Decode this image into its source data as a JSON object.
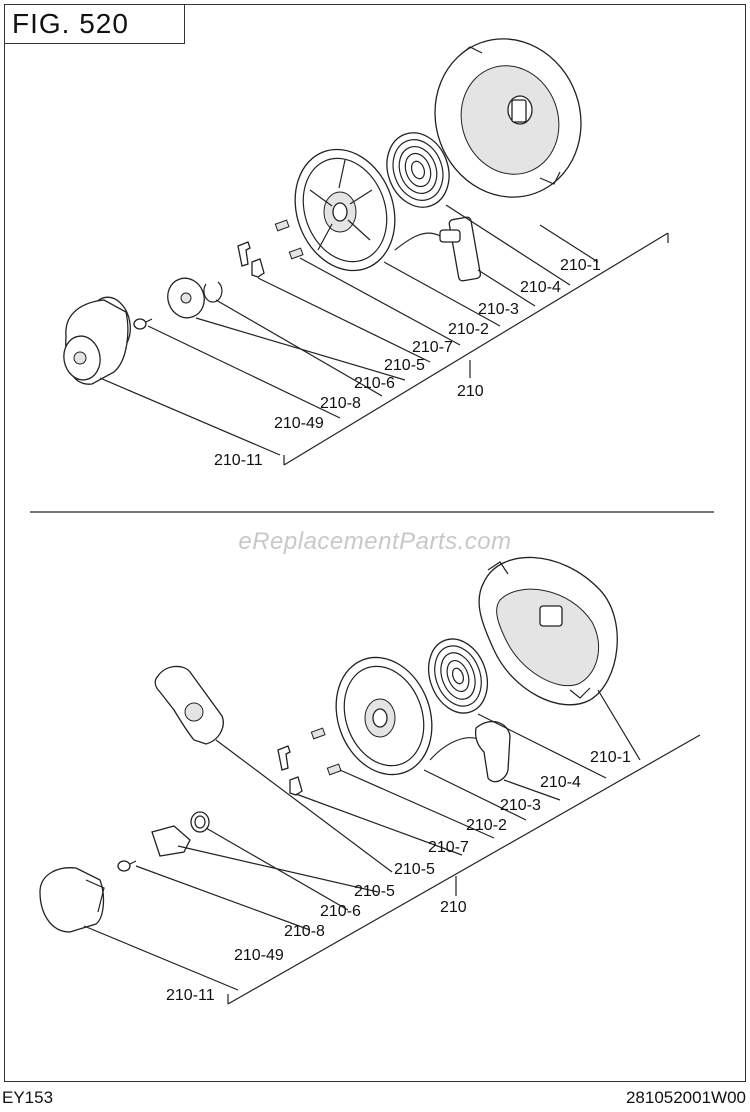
{
  "figure": {
    "title": "FIG. 520"
  },
  "watermark": "eReplacementParts.com",
  "footer": {
    "model": "EY153",
    "code": "281052001W00"
  },
  "upper": {
    "labels": [
      "210-1",
      "210-4",
      "210-3",
      "210-2",
      "210-7",
      "210-5",
      "210-6",
      "210-8",
      "210-49",
      "210-11",
      "210"
    ]
  },
  "lower": {
    "labels": [
      "210-1",
      "210-4",
      "210-3",
      "210-2",
      "210-7",
      "210-5",
      "210-5",
      "210-6",
      "210-8",
      "210-49",
      "210-11",
      "210"
    ]
  }
}
